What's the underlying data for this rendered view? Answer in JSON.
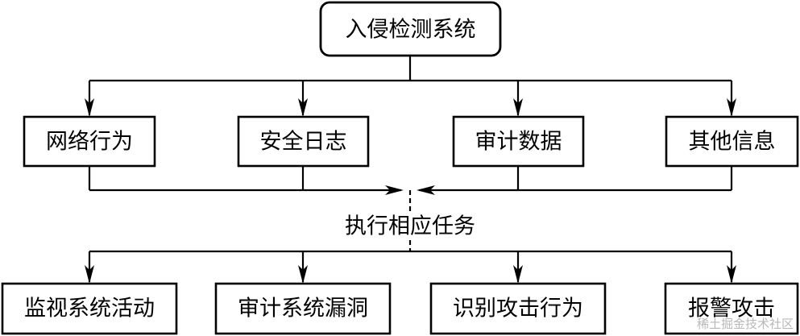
{
  "diagram": {
    "root": {
      "label": "入侵检测系统"
    },
    "sources": [
      {
        "id": "network",
        "label": "网络行为"
      },
      {
        "id": "security-log",
        "label": "安全日志"
      },
      {
        "id": "audit-data",
        "label": "审计数据"
      },
      {
        "id": "other-info",
        "label": "其他信息"
      }
    ],
    "middle": {
      "label": "执行相应任务"
    },
    "tasks": [
      {
        "id": "monitor",
        "label": "监视系统活动"
      },
      {
        "id": "audit-vuln",
        "label": "审计系统漏洞"
      },
      {
        "id": "identify-attack",
        "label": "识别攻击行为"
      },
      {
        "id": "alarm",
        "label": "报警攻击"
      }
    ],
    "watermark": {
      "label": "稀土掘金技术社区"
    },
    "colors": {
      "line": "#000000",
      "box_fill": "#ffffff",
      "text": "#000000",
      "watermark": "#b8b8b8"
    }
  }
}
